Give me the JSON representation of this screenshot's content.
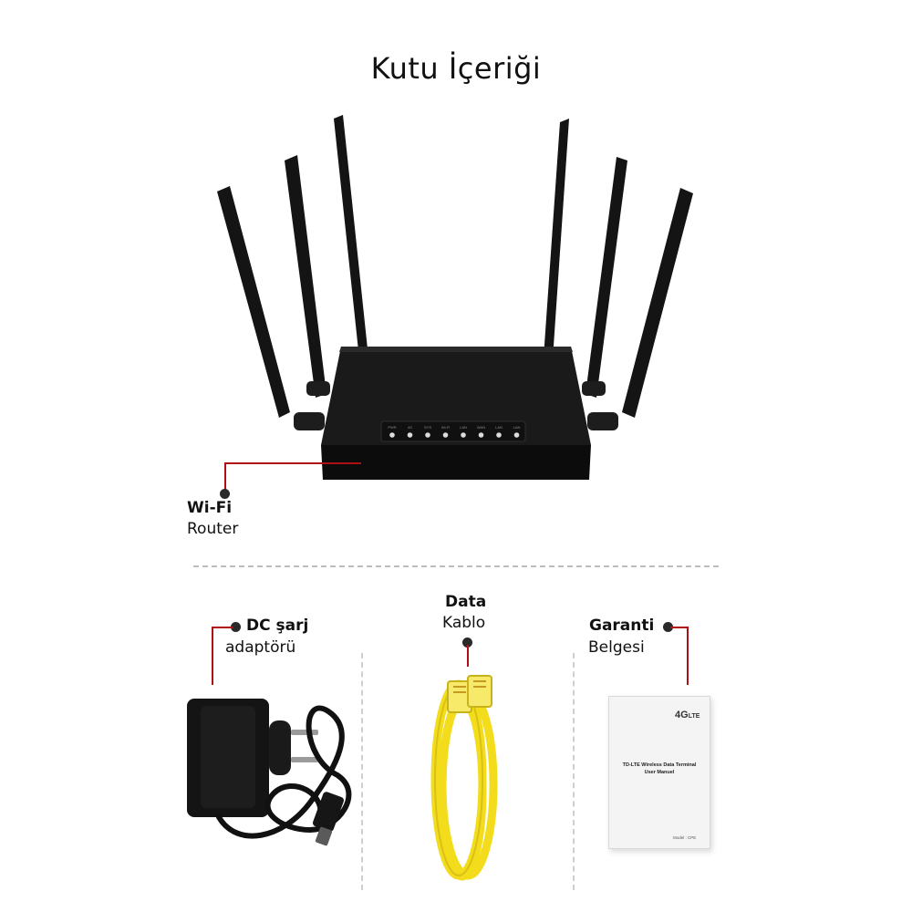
{
  "title": "Kutu İçeriği",
  "items": {
    "router": {
      "bold": "Wi-Fi",
      "regular": "Router"
    },
    "adapter": {
      "bold": "DC şarj",
      "regular": "adaptörü"
    },
    "cable": {
      "bold": "Data",
      "regular": "Kablo"
    },
    "warranty": {
      "bold": "Garanti",
      "regular": "Belgesi"
    }
  },
  "router_leds": [
    "PWR",
    "4G",
    "SYS",
    "Wi-Fi",
    "LAN",
    "WAN",
    "LAN",
    "LAN"
  ],
  "manual": {
    "logo": "4G",
    "logo_sub": "LTE",
    "line1": "TD-LTE Wireless Data Terminal",
    "line2": "User Manuel",
    "footer": "Model : CPE"
  },
  "colors": {
    "accent": "#b01015",
    "product": "#111111",
    "cable": "#f2dc1c"
  }
}
